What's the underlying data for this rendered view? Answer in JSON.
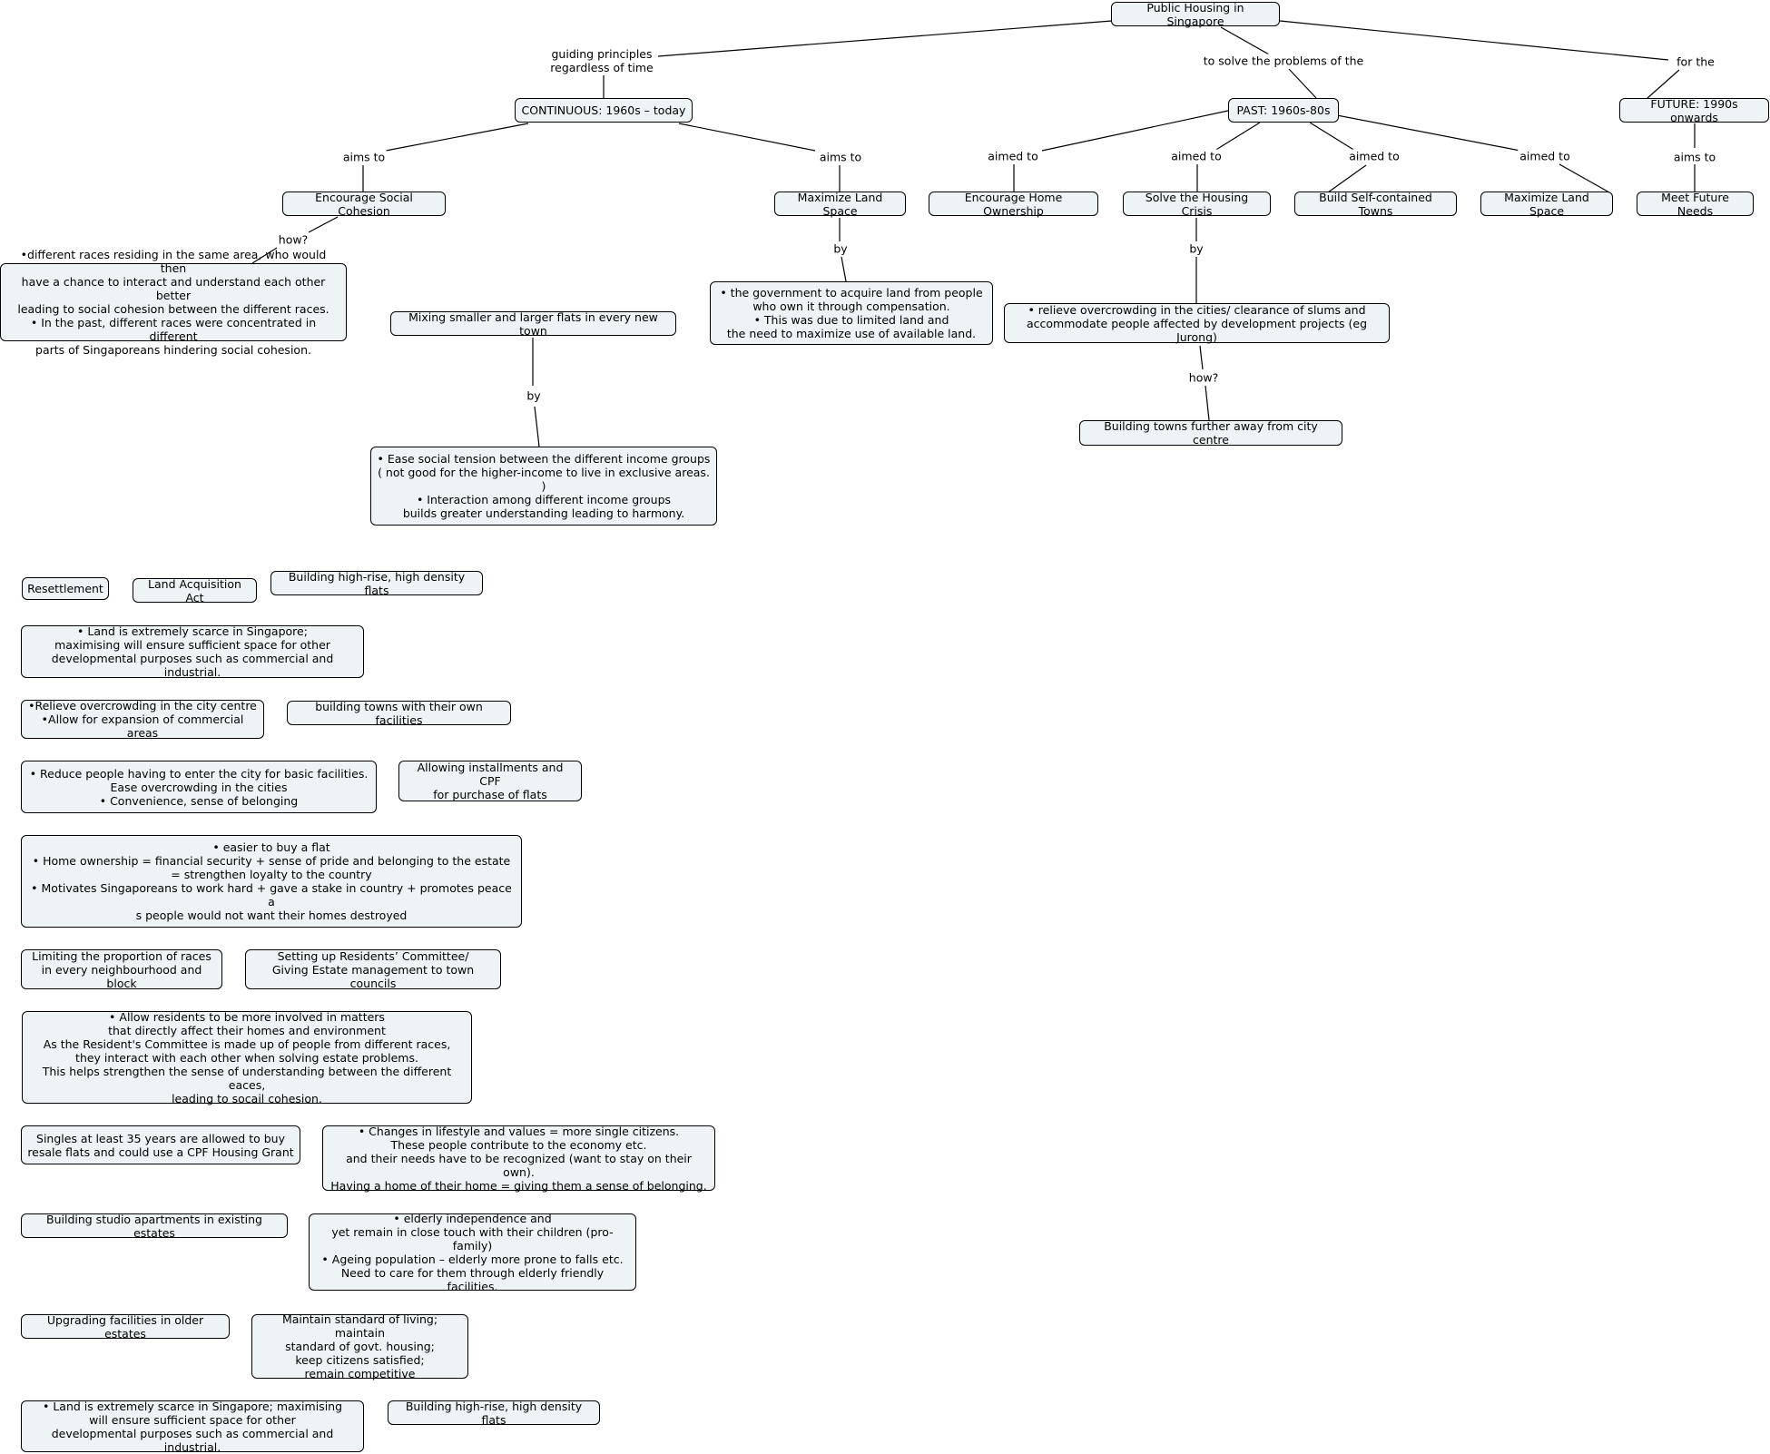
{
  "nodes": {
    "root": "Public Housing in Singapore",
    "continuous": "CONTINUOUS: 1960s – today",
    "past": "PAST: 1960s-80s",
    "future": "FUTURE: 1990s onwards",
    "encourage_social_cohesion": "Encourage Social Cohesion",
    "maximize_land_space_cont": "Maximize Land Space",
    "encourage_home_ownership": "Encourage Home Ownership",
    "solve_housing_crisis": "Solve the Housing Crisis",
    "build_self_contained_towns": "Build Self-contained Towns",
    "maximize_land_space_past": "Maximize Land Space",
    "meet_future_needs": "Meet Future Needs",
    "races_residing": "•different races residing in the same area, who would then\nhave a chance to interact and understand each other better\nleading to social cohesion between the different races.\n• In the past, different races were concentrated in different\nparts of Singaporeans hindering social cohesion.",
    "mixing_flats": "Mixing smaller and larger flats in every new town",
    "ease_social_tension": "•    Ease social tension between the different income groups\n( not good for the higher-income to live in exclusive areas. )\n•    Interaction among different income groups\nbuilds greater understanding leading to harmony.",
    "gov_acquire_land": "•    the government to acquire land from people\nwho own it through compensation.\n•    This was due to limited land and\nthe need to maximize use of available land.",
    "relieve_overcrowding": "• relieve overcrowding in the cities/ clearance of slums and\naccommodate people affected by development projects (eg Jurong)",
    "building_towns_away": "Building towns further away from city centre",
    "resettlement": "Resettlement",
    "land_acquisition_act": "Land Acquisition Act",
    "high_rise_1": "Building high-rise, high density flats",
    "land_scarce_1": "•    Land is extremely scarce in Singapore;\nmaximising will ensure sufficient space  for other\ndevelopmental purposes such as commercial and industrial.",
    "relieve_city_centre": "•Relieve overcrowding in the city centre\n•Allow for expansion of commercial areas",
    "towns_own_facilities": "building towns with their own facilities",
    "reduce_people": "•    Reduce people having to enter the city for basic facilities.\nEase overcrowding in the cities\n•    Convenience, sense of belonging",
    "installments_cpf": "Allowing installments and CPF\nfor purchase of flats",
    "easier_buy_flat": "•    easier to buy a flat\n•    Home ownership = financial security + sense of pride and belonging to the estate\n= strengthen loyalty to the country\n•    Motivates Singaporeans to work hard + gave a stake in country + promotes peace a\ns people would not want their homes destroyed",
    "limiting_races": "Limiting the proportion of races\nin every neighbourhood and block",
    "residents_committee": "Setting up Residents’ Committee/\nGiving Estate management to town councils",
    "allow_residents": "•    Allow residents to be more involved in matters\nthat directly affect their homes and environment\nAs the Resident's Committee is made up of people from different races,\nthey interact with each other when solving estate problems.\nThis helps strengthen the sense of understanding between the different eaces,\nleading to socail cohesion.",
    "singles_35": "Singles at least 35 years are allowed to buy\nresale flats and could use a CPF Housing Grant",
    "lifestyle_changes": "•    Changes in lifestyle and values = more single citizens.\nThese people contribute to the economy etc.\nand their needs have to be recognized (want to stay on their own).\nHaving a home of their home = giving them a sense of belonging.",
    "studio_apartments": "Building studio apartments in existing estates",
    "elderly_independence": "•    elderly independence and\nyet remain in close touch with their children (pro-family)\n•    Ageing population – elderly more prone to falls etc.\nNeed to care for them through elderly friendly facilities.",
    "upgrading_facilities": "Upgrading facilities in older estates",
    "maintain_standard": "Maintain standard of living; maintain\nstandard of govt. housing;\nkeep citizens satisfied;\nremain competitive",
    "land_scarce_2": "•    Land is extremely scarce in Singapore; maximising\nwill ensure sufficient space  for other\ndevelopmental purposes such as commercial and industrial.",
    "high_rise_2": "Building high-rise, high density flats"
  },
  "links": {
    "guiding_principles": "guiding principles\nregardless of time",
    "solve_problems": "to solve the problems of the",
    "for_the": "for the",
    "aims_to_1": "aims to",
    "aims_to_2": "aims to",
    "aimed_to_1": "aimed to",
    "aimed_to_2": "aimed to",
    "aimed_to_3": "aimed to",
    "aimed_to_4": "aimed to",
    "aims_to_3": "aims to",
    "how_1": "how?",
    "by_1": "by",
    "by_2": "by",
    "by_3": "by",
    "how_2": "how?"
  }
}
